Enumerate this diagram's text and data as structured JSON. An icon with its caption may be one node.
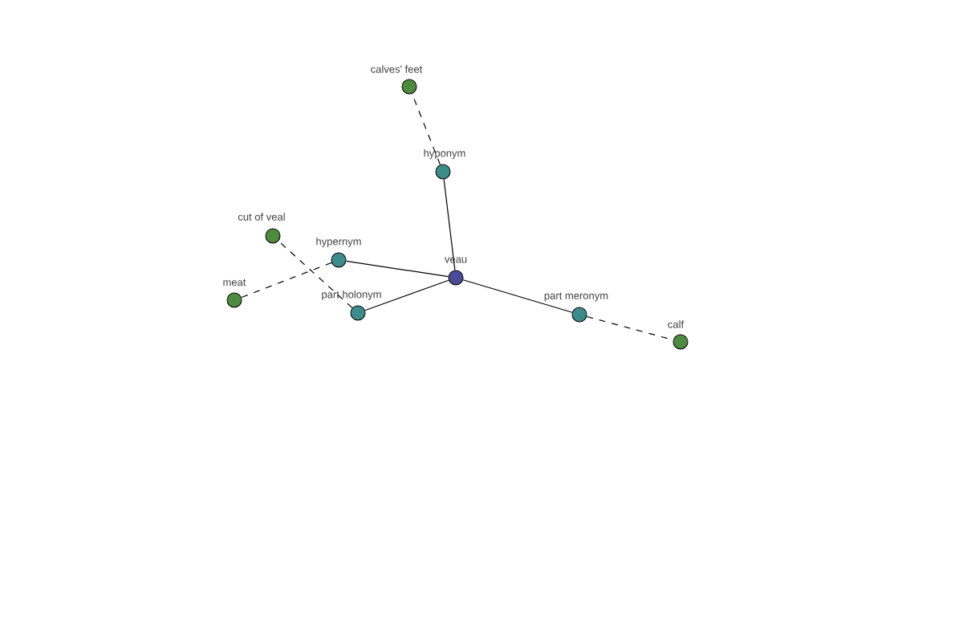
{
  "diagram": {
    "nodes": [
      {
        "text": [
          "veau"
        ]
      },
      {
        "text": [
          "hyponym"
        ]
      },
      {
        "text": [
          "calves' feet"
        ]
      },
      {
        "text": [
          "hypernym"
        ]
      },
      {
        "text": [
          "meat"
        ]
      },
      {
        "text": [
          "part holonym"
        ]
      },
      {
        "text": [
          "cut of veal"
        ]
      },
      {
        "text": [
          "part meronym"
        ]
      },
      {
        "text": [
          "calf"
        ]
      }
    ],
    "edges": [
      {
        "from": 0,
        "to": 1,
        "arrow": "none"
      },
      {
        "from": 1,
        "to": 2,
        "arrow": "none",
        "style": "dashed"
      },
      {
        "from": 0,
        "to": 3,
        "arrow": "none"
      },
      {
        "from": 3,
        "to": 4,
        "arrow": "none",
        "style": "dashed"
      },
      {
        "from": 0,
        "to": 5,
        "arrow": "none"
      },
      {
        "from": 5,
        "to": 6,
        "arrow": "none",
        "style": "dashed"
      },
      {
        "from": 0,
        "to": 7,
        "arrow": "none"
      },
      {
        "from": 7,
        "to": 8,
        "arrow": "none",
        "style": "dashed"
      }
    ]
  }
}
